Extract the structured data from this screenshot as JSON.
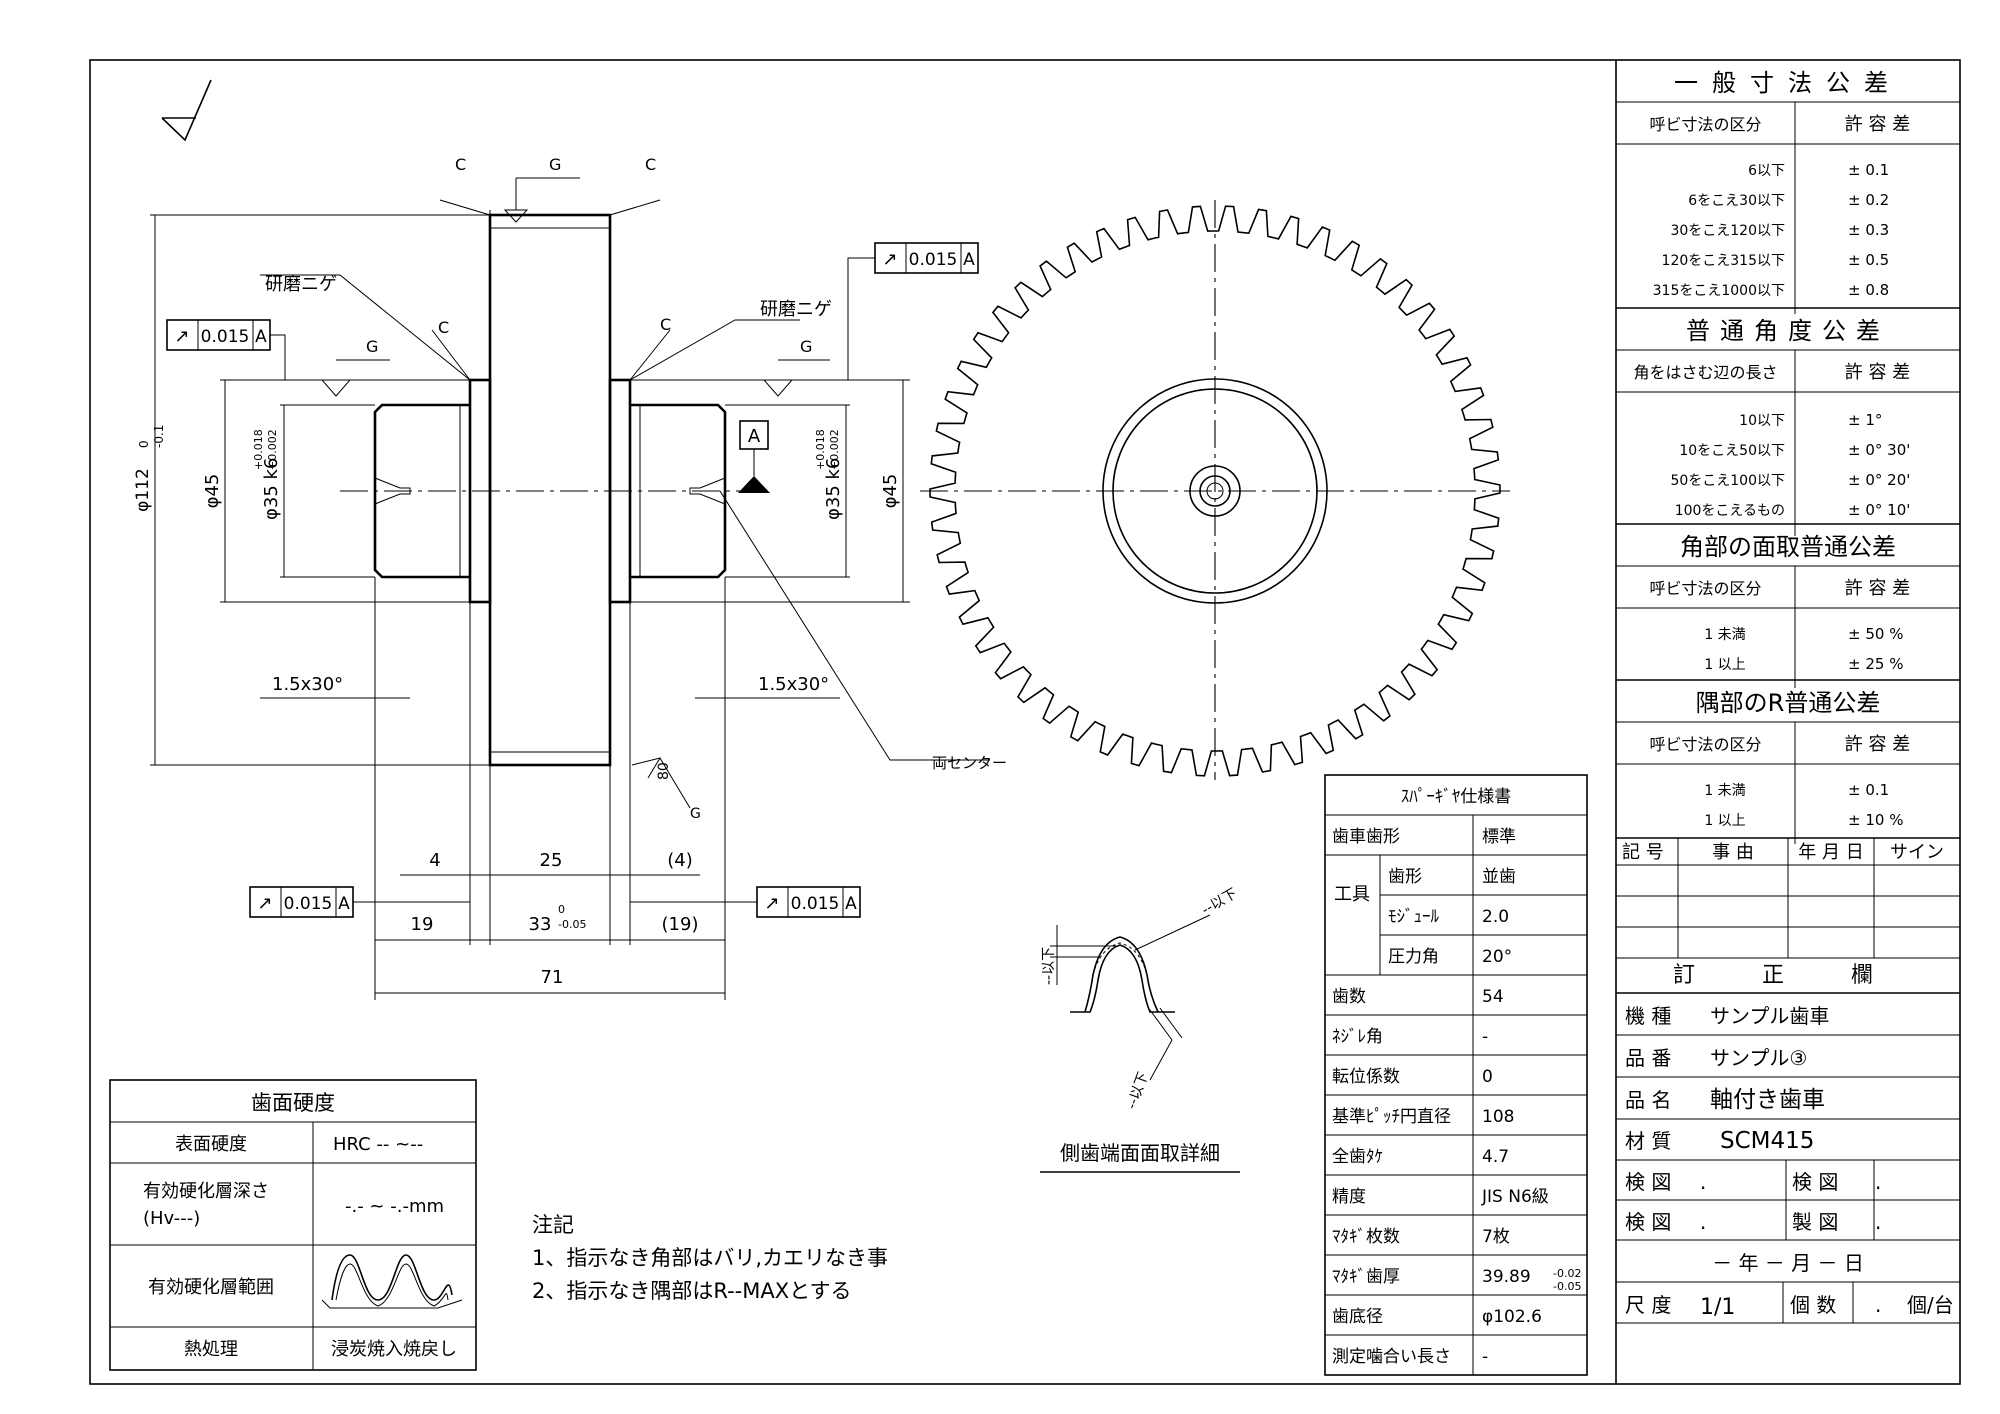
{
  "views": {
    "side_title": "側歯端面面取詳細",
    "notes_title": "注記",
    "notes": [
      "1、指示なき角部はバリ,カエリなき事",
      "2、指示なき隅部はR--MAXとする"
    ]
  },
  "annotations": {
    "grind_left": "研磨ニゲ",
    "grind_right": "研磨ニゲ",
    "finish_g": "G",
    "chamfer_c": "C",
    "datum": "A",
    "center_hole": "両センター",
    "runout_symbol": "↗",
    "runout_value": "0.015",
    "runout_datum": "A",
    "finish_angle": "80",
    "tooth_max_top": "--以下",
    "tooth_max_left": "--以下",
    "tooth_max_bottom": "--以下"
  },
  "dimensions": {
    "outer_diameter": "φ112",
    "outer_tol_upper": "0",
    "outer_tol_lower": "-0.1",
    "shoulder_left": "φ45",
    "shoulder_right": "φ45",
    "journal": "φ35 k6",
    "journal_tol_upper": "+0.018",
    "journal_tol_lower": "+0.002",
    "chamfer_left": "1.5x30°",
    "chamfer_right": "1.5x30°",
    "d_4": "4",
    "d_25": "25",
    "d_4p": "(4)",
    "d_19": "19",
    "d_33": "33",
    "d_33_upper": "0",
    "d_33_lower": "-0.05",
    "d_19p": "(19)",
    "d_71": "71"
  },
  "hardness": {
    "title": "歯面硬度",
    "rows": [
      {
        "label": "表面硬度",
        "value": "HRC -- ~--"
      },
      {
        "label": "有効硬化層深さ",
        "label2": "(Hv---)",
        "value": "-.- ~ -.-mm"
      },
      {
        "label": "有効硬化層範囲",
        "value": ""
      },
      {
        "label": "熱処理",
        "value": "浸炭焼入焼戻し"
      }
    ]
  },
  "spec": {
    "title": "ｽﾊﾟｰｷﾞﾔ仕様書",
    "tool_group": "工具",
    "rows": [
      {
        "label": "歯車歯形",
        "value": "標準"
      },
      {
        "label": "歯形",
        "value": "並歯"
      },
      {
        "label": "ﾓｼﾞｭｰﾙ",
        "value": "2.0"
      },
      {
        "label": "圧力角",
        "value": "20°"
      },
      {
        "label": "歯数",
        "value": "54"
      },
      {
        "label": "ﾈｼﾞﾚ角",
        "value": "-"
      },
      {
        "label": "転位係数",
        "value": "0"
      },
      {
        "label": "基準ﾋﾟｯﾁ円直径",
        "value": "108"
      },
      {
        "label": "全歯ﾀｹ",
        "value": "4.7"
      },
      {
        "label": "精度",
        "value": "JIS N6級"
      },
      {
        "label": "ﾏﾀｷﾞ枚数",
        "value": "7枚"
      },
      {
        "label": "ﾏﾀｷﾞ歯厚",
        "value": "39.89",
        "tol_upper": "-0.02",
        "tol_lower": "-0.05"
      },
      {
        "label": "歯底径",
        "value": "φ102.6"
      },
      {
        "label": "測定噛合い長さ",
        "value": "-"
      }
    ]
  },
  "tolerance": {
    "general": {
      "title": "一般寸法公差",
      "col1": "呼ビ寸法の区分",
      "col2": "許 容 差",
      "rows": [
        {
          "range": "6以下",
          "tol": "± 0.1"
        },
        {
          "range": "6をこえ30以下",
          "tol": "± 0.2"
        },
        {
          "range": "30をこえ120以下",
          "tol": "± 0.3"
        },
        {
          "range": "120をこえ315以下",
          "tol": "± 0.5"
        },
        {
          "range": "315をこえ1000以下",
          "tol": "± 0.8"
        }
      ]
    },
    "angle": {
      "title": "普通角度公差",
      "col1": "角をはさむ辺の長さ",
      "col2": "許 容 差",
      "rows": [
        {
          "range": "10以下",
          "tol": "± 1°"
        },
        {
          "range": "10をこえ50以下",
          "tol": "± 0° 30'"
        },
        {
          "range": "50をこえ100以下",
          "tol": "± 0° 20'"
        },
        {
          "range": "100をこえるもの",
          "tol": "± 0° 10'"
        }
      ]
    },
    "chamfer": {
      "title": "角部の面取普通公差",
      "col1": "呼ビ寸法の区分",
      "col2": "許 容 差",
      "rows": [
        {
          "range": "1 未満",
          "tol": "± 50 %"
        },
        {
          "range": "1 以上",
          "tol": "± 25 %"
        }
      ]
    },
    "corner": {
      "title": "隅部のR普通公差",
      "col1": "呼ビ寸法の区分",
      "col2": "許 容 差",
      "rows": [
        {
          "range": "1 未満",
          "tol": "± 0.1"
        },
        {
          "range": "1 以上",
          "tol": "± 10 %"
        }
      ]
    }
  },
  "revision": {
    "headers": [
      "記 号",
      "事 由",
      "年 月 日",
      "サイン"
    ],
    "title": "訂 正 欄"
  },
  "title_block": {
    "machine_label": "機 種",
    "machine": "サンプル歯車",
    "part_no_label": "品 番",
    "part_no": "サンプル③",
    "name_label": "品 名",
    "name": "軸付き歯車",
    "material_label": "材 質",
    "material": "SCM415",
    "check1_label": "検 図",
    "check1": ".",
    "check2_label": "検 図",
    "check2": ".",
    "check3_label": "検 図",
    "check3": ".",
    "made_label": "製 図",
    "made": ".",
    "date": "－ 年 － 月 － 日",
    "scale_label": "尺 度",
    "scale": "1/1",
    "qty_label": "個 数",
    "qty": ".",
    "qty_unit": "個/台"
  }
}
